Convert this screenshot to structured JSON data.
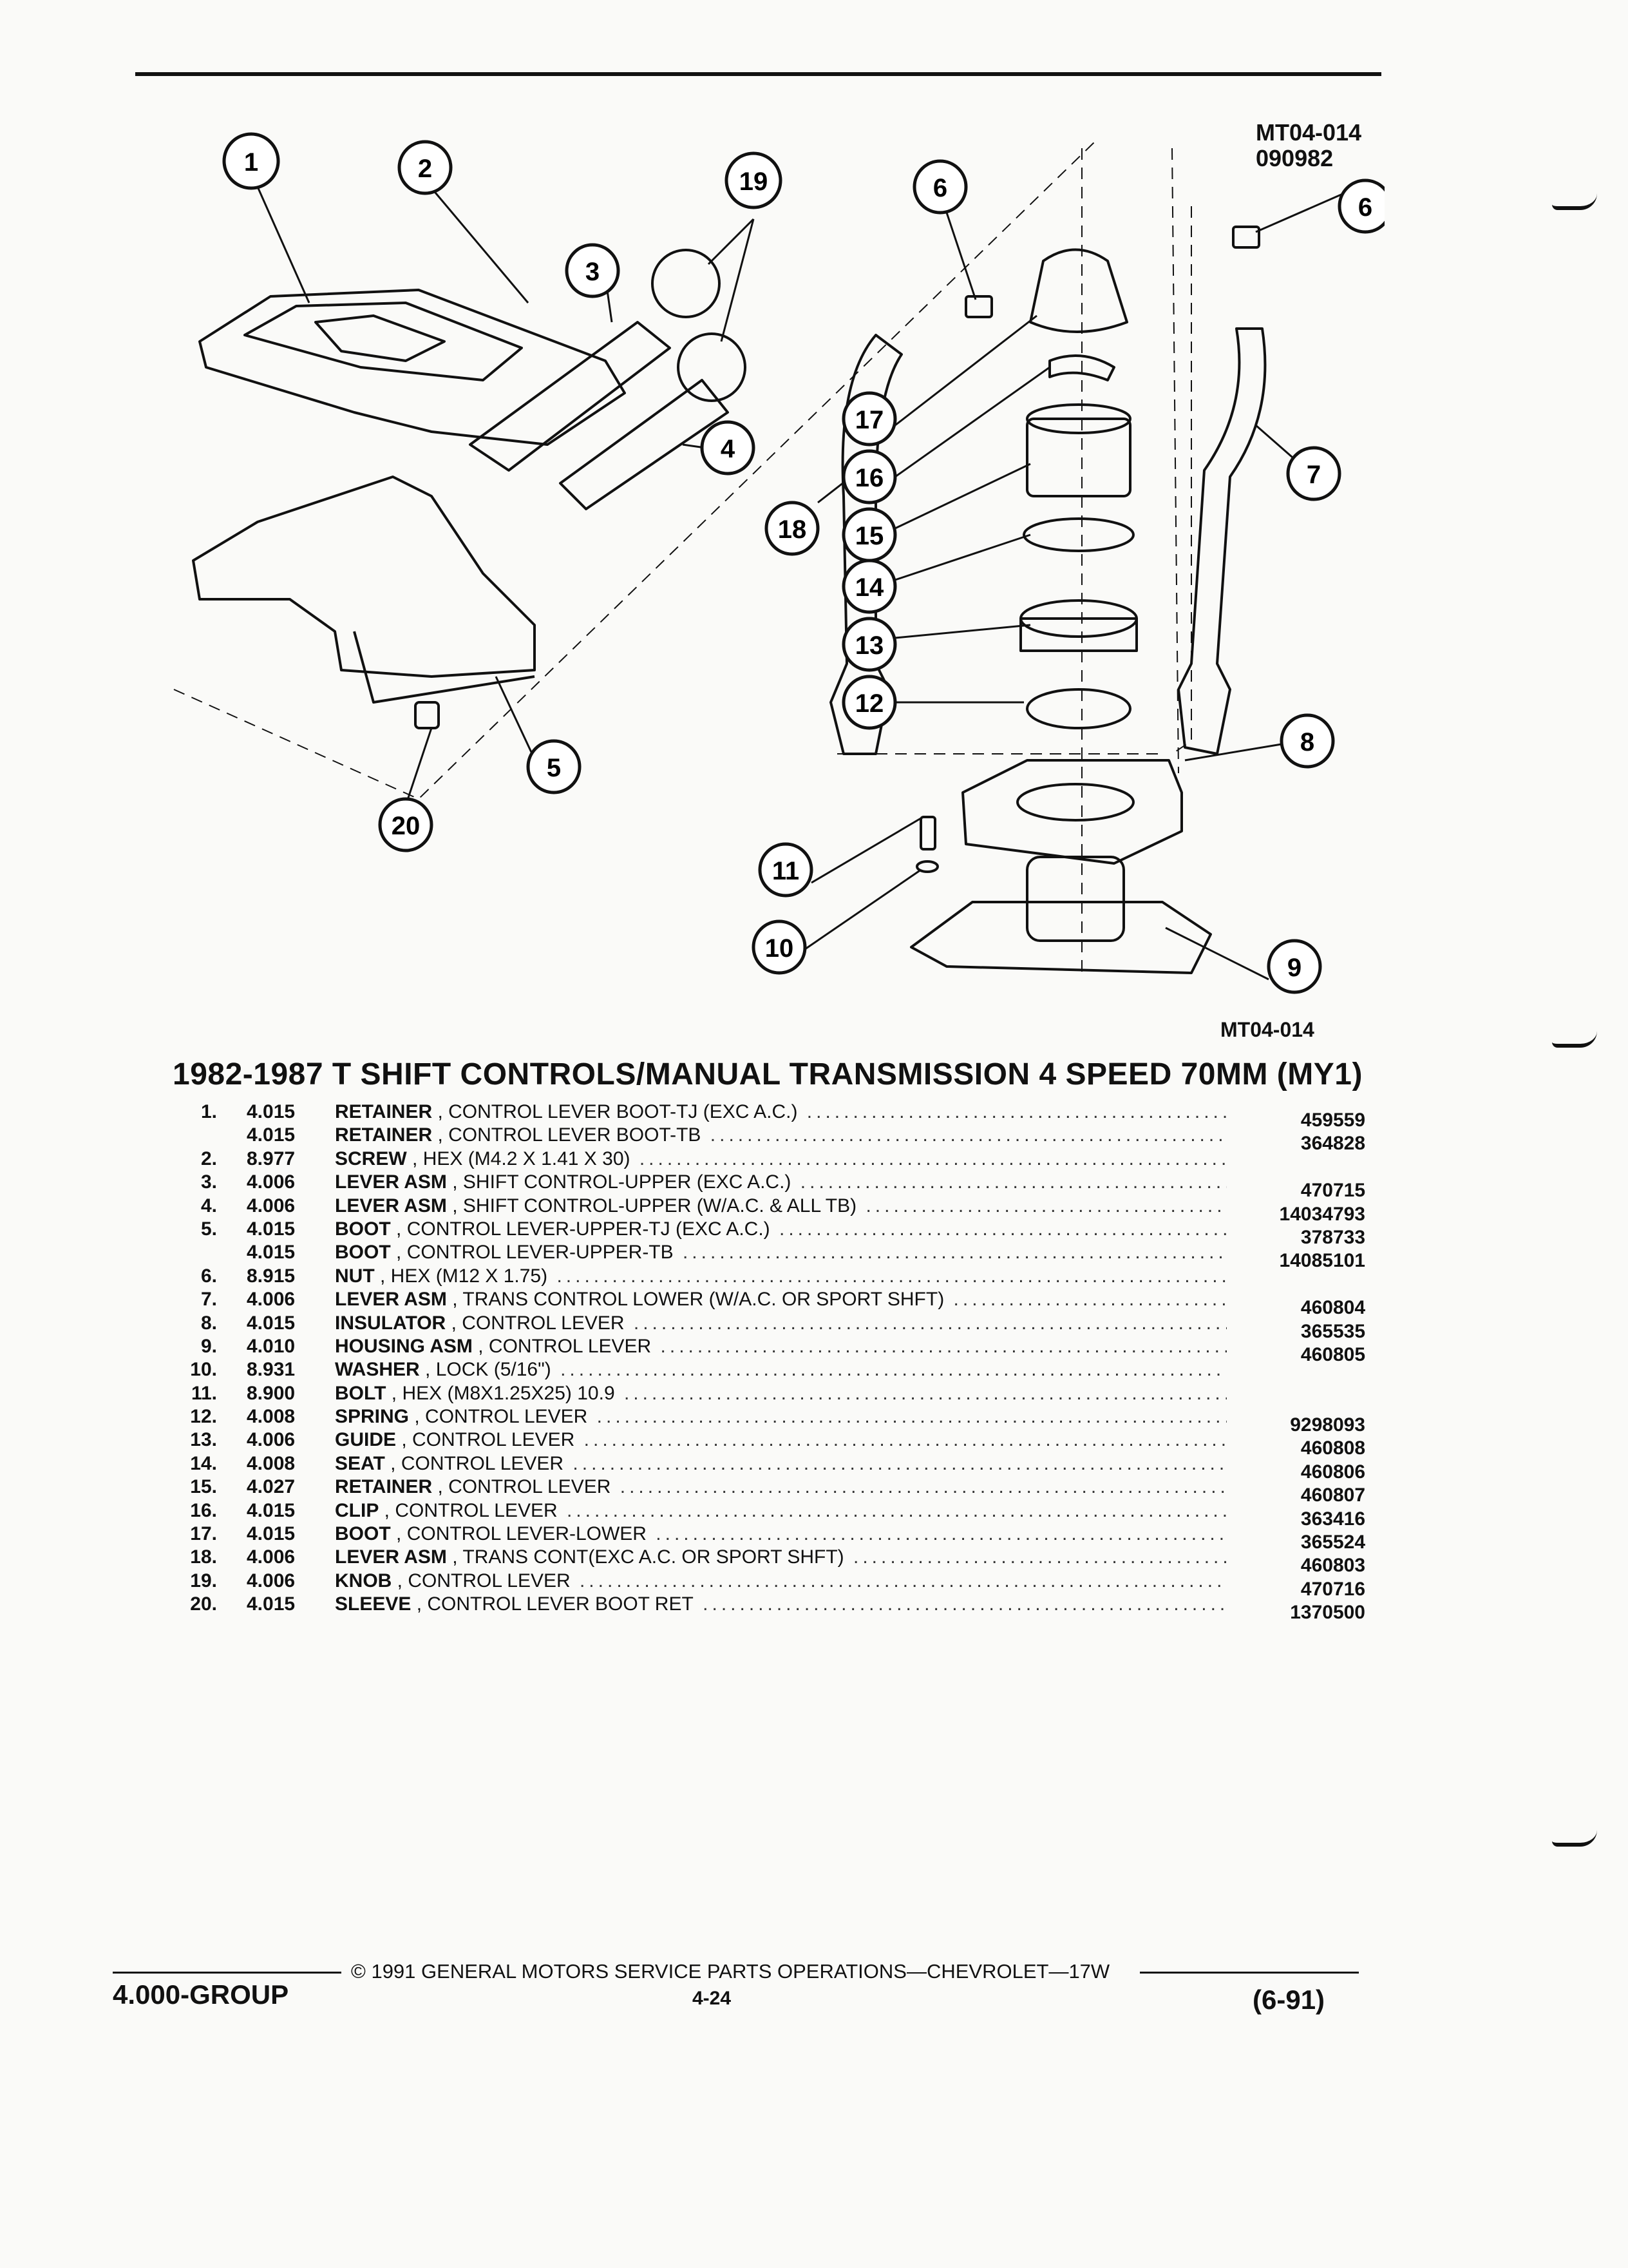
{
  "header": {
    "code": "MT04-014",
    "date_code": "090982"
  },
  "diagram": {
    "callouts": [
      "1",
      "2",
      "3",
      "4",
      "5",
      "6",
      "6",
      "7",
      "8",
      "9",
      "10",
      "11",
      "12",
      "13",
      "14",
      "15",
      "16",
      "17",
      "18",
      "19",
      "20"
    ],
    "footer_code": "MT04-014"
  },
  "title": "1982-1987 T SHIFT CONTROLS/MANUAL TRANSMISSION 4 SPEED 70MM (MY1)",
  "parts": [
    {
      "num": "1.",
      "group": "4.015",
      "name": "RETAINER",
      "desc": "CONTROL LEVER BOOT-TJ (EXC A.C.)",
      "part": "459559"
    },
    {
      "num": "",
      "group": "4.015",
      "name": "RETAINER",
      "desc": "CONTROL LEVER BOOT-TB",
      "part": "364828"
    },
    {
      "num": "2.",
      "group": "8.977",
      "name": "SCREW",
      "desc": "HEX (M4.2 X 1.41 X 30)",
      "part": ""
    },
    {
      "num": "3.",
      "group": "4.006",
      "name": "LEVER ASM",
      "desc": "SHIFT CONTROL-UPPER (EXC A.C.)",
      "part": "470715"
    },
    {
      "num": "4.",
      "group": "4.006",
      "name": "LEVER ASM",
      "desc": "SHIFT CONTROL-UPPER (W/A.C. & ALL TB)",
      "part": "14034793"
    },
    {
      "num": "5.",
      "group": "4.015",
      "name": "BOOT",
      "desc": "CONTROL LEVER-UPPER-TJ (EXC A.C.)",
      "part": "378733"
    },
    {
      "num": "",
      "group": "4.015",
      "name": "BOOT",
      "desc": "CONTROL LEVER-UPPER-TB",
      "part": "14085101"
    },
    {
      "num": "6.",
      "group": "8.915",
      "name": "NUT",
      "desc": "HEX (M12 X 1.75)",
      "part": ""
    },
    {
      "num": "7.",
      "group": "4.006",
      "name": "LEVER ASM",
      "desc": "TRANS CONTROL LOWER (W/A.C. OR SPORT SHFT)",
      "part": "460804"
    },
    {
      "num": "8.",
      "group": "4.015",
      "name": "INSULATOR",
      "desc": "CONTROL LEVER",
      "part": "365535"
    },
    {
      "num": "9.",
      "group": "4.010",
      "name": "HOUSING ASM",
      "desc": "CONTROL LEVER",
      "part": "460805"
    },
    {
      "num": "10.",
      "group": "8.931",
      "name": "WASHER",
      "desc": "LOCK (5/16\")",
      "part": ""
    },
    {
      "num": "11.",
      "group": "8.900",
      "name": "BOLT",
      "desc": "HEX (M8X1.25X25) 10.9",
      "part": ""
    },
    {
      "num": "12.",
      "group": "4.008",
      "name": "SPRING",
      "desc": "CONTROL LEVER",
      "part": "9298093"
    },
    {
      "num": "13.",
      "group": "4.006",
      "name": "GUIDE",
      "desc": "CONTROL LEVER",
      "part": "460808"
    },
    {
      "num": "14.",
      "group": "4.008",
      "name": "SEAT",
      "desc": "CONTROL LEVER",
      "part": "460806"
    },
    {
      "num": "15.",
      "group": "4.027",
      "name": "RETAINER",
      "desc": "CONTROL LEVER",
      "part": "460807"
    },
    {
      "num": "16.",
      "group": "4.015",
      "name": "CLIP",
      "desc": "CONTROL LEVER",
      "part": "363416"
    },
    {
      "num": "17.",
      "group": "4.015",
      "name": "BOOT",
      "desc": "CONTROL LEVER-LOWER",
      "part": "365524"
    },
    {
      "num": "18.",
      "group": "4.006",
      "name": "LEVER ASM",
      "desc": "TRANS CONT(EXC A.C. OR SPORT SHFT)",
      "part": "460803"
    },
    {
      "num": "19.",
      "group": "4.006",
      "name": "KNOB",
      "desc": "CONTROL LEVER",
      "part": "470716"
    },
    {
      "num": "20.",
      "group": "4.015",
      "name": "SLEEVE",
      "desc": "CONTROL LEVER BOOT RET",
      "part": "1370500"
    }
  ],
  "footer": {
    "copyright": "© 1991 GENERAL MOTORS SERVICE PARTS OPERATIONS—CHEVROLET—17W",
    "group": "4.000-GROUP",
    "page": "4-24",
    "date": "(6-91)"
  }
}
